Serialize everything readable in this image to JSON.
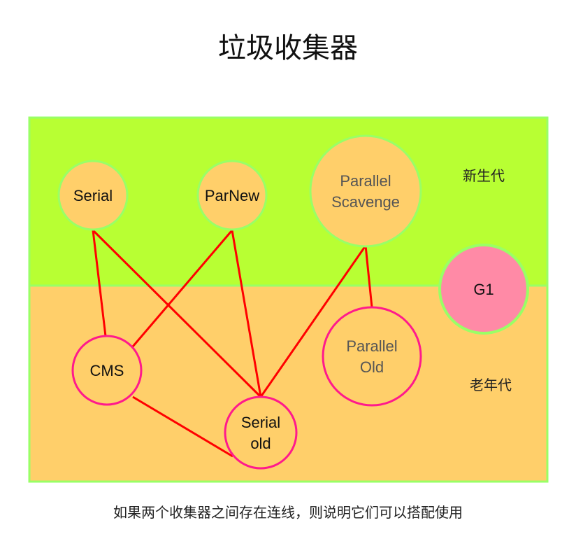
{
  "title": "垃圾收集器",
  "caption": "如果两个收集器之间存在连线，则说明它们可以搭配使用",
  "regions": {
    "young_label": "新生代",
    "old_label": "老年代",
    "young_color": "#b8ff33",
    "old_color": "#ffcf6a",
    "border_color": "#99ff66"
  },
  "nodes": {
    "serial": {
      "lines": [
        "Serial"
      ],
      "fill": "#ffcf6a",
      "stroke": "#99ff66"
    },
    "parnew": {
      "lines": [
        "ParNew"
      ],
      "fill": "#ffcf6a",
      "stroke": "#99ff66"
    },
    "parallel_scavenge": {
      "lines": [
        "Parallel",
        "Scavenge"
      ],
      "fill": "#ffcf6a",
      "stroke": "#99ff66"
    },
    "g1": {
      "lines": [
        "G1"
      ],
      "fill": "#ff8aa6",
      "stroke": "#99ff66"
    },
    "cms": {
      "lines": [
        "CMS"
      ],
      "fill": "#ffcf6a",
      "stroke": "#ff1a8c"
    },
    "serial_old": {
      "lines": [
        "Serial",
        "old"
      ],
      "fill": "#ffcf6a",
      "stroke": "#ff1a8c"
    },
    "parallel_old": {
      "lines": [
        "Parallel",
        "Old"
      ],
      "fill": "#ffcf6a",
      "stroke": "#ff1a8c"
    }
  },
  "connection_color": "#ff0000",
  "connections": [
    [
      "serial",
      "cms"
    ],
    [
      "serial",
      "serial_old"
    ],
    [
      "parnew",
      "cms"
    ],
    [
      "parnew",
      "serial_old"
    ],
    [
      "parallel_scavenge",
      "serial_old"
    ],
    [
      "parallel_scavenge",
      "parallel_old"
    ],
    [
      "cms",
      "serial_old"
    ]
  ]
}
